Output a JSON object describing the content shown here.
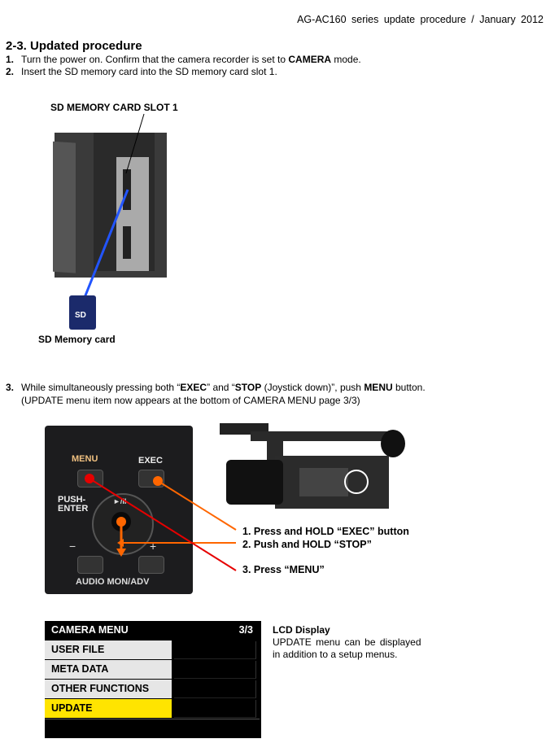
{
  "header": {
    "text": "AG-AC160 series update procedure / January 2012"
  },
  "section": {
    "title": "2-3. Updated procedure"
  },
  "steps": [
    {
      "num": "1.",
      "pre": "Turn the power on. Confirm that the camera recorder is set to ",
      "bold": "CAMERA",
      "post": " mode."
    },
    {
      "num": "2.",
      "text": "Insert the SD memory card into the SD memory card slot 1."
    },
    {
      "num": "3.",
      "p1": "While simultaneously pressing both “",
      "b1": "EXEC",
      "p2": "” and “",
      "b2": "STOP",
      "p3": " (Joystick down)”, push ",
      "b3": "MENU",
      "p4": " button.",
      "line2": "(UPDATE menu item now appears at the bottom of CAMERA MENU page 3/3)"
    }
  ],
  "figure1": {
    "slot_label": "SD MEMORY CARD SLOT 1",
    "card_label": "SD Memory card"
  },
  "figure2": {
    "panel": {
      "menu": "MENU",
      "exec": "EXEC",
      "push": "PUSH-",
      "enter": "ENTER",
      "audio": "AUDIO MON/ADV",
      "minus": "−",
      "plus": "+",
      "play": "►/II"
    },
    "callouts": [
      "1. Press and HOLD “EXEC” button",
      "2. Push and HOLD “STOP”",
      "3. Press “MENU”"
    ],
    "colors": {
      "exec_arrow": "#ff6600",
      "menu_arrow": "#e60000"
    }
  },
  "camera_menu": {
    "title": "CAMERA MENU",
    "page": "3/3",
    "items": [
      "USER FILE",
      "META DATA",
      "OTHER FUNCTIONS",
      "UPDATE"
    ],
    "selected": "UPDATE",
    "highlight_color": "#ffe400"
  },
  "lcd_note": {
    "title": "LCD Display",
    "line1": "UPDATE menu can be displayed",
    "line2": "in addition to a setup menus."
  }
}
